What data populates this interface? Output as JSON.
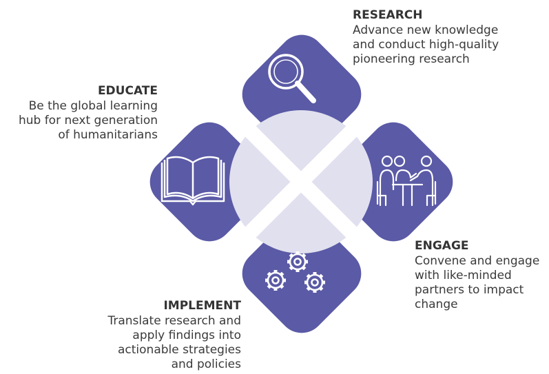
{
  "colors": {
    "tile": "#5a5aa6",
    "center_circle": "#e1e0ef",
    "icon_stroke": "#ffffff"
  },
  "segments": [
    {
      "id": "research",
      "title": "RESEARCH",
      "description": "Advance new knowledge\nand conduct high-quality\npioneering research",
      "icon": "magnifying-glass-icon"
    },
    {
      "id": "educate",
      "title": "EDUCATE",
      "description": "Be the global learning\nhub for next generation\nof humanitarians",
      "icon": "open-book-icon"
    },
    {
      "id": "engage",
      "title": "ENGAGE",
      "description": "Convene and engage\nwith like-minded\npartners to impact\nchange",
      "icon": "people-meeting-icon"
    },
    {
      "id": "implement",
      "title": "IMPLEMENT",
      "description": "Translate research and\napply findings into\nactionable strategies\nand policies",
      "icon": "gears-icon"
    }
  ]
}
